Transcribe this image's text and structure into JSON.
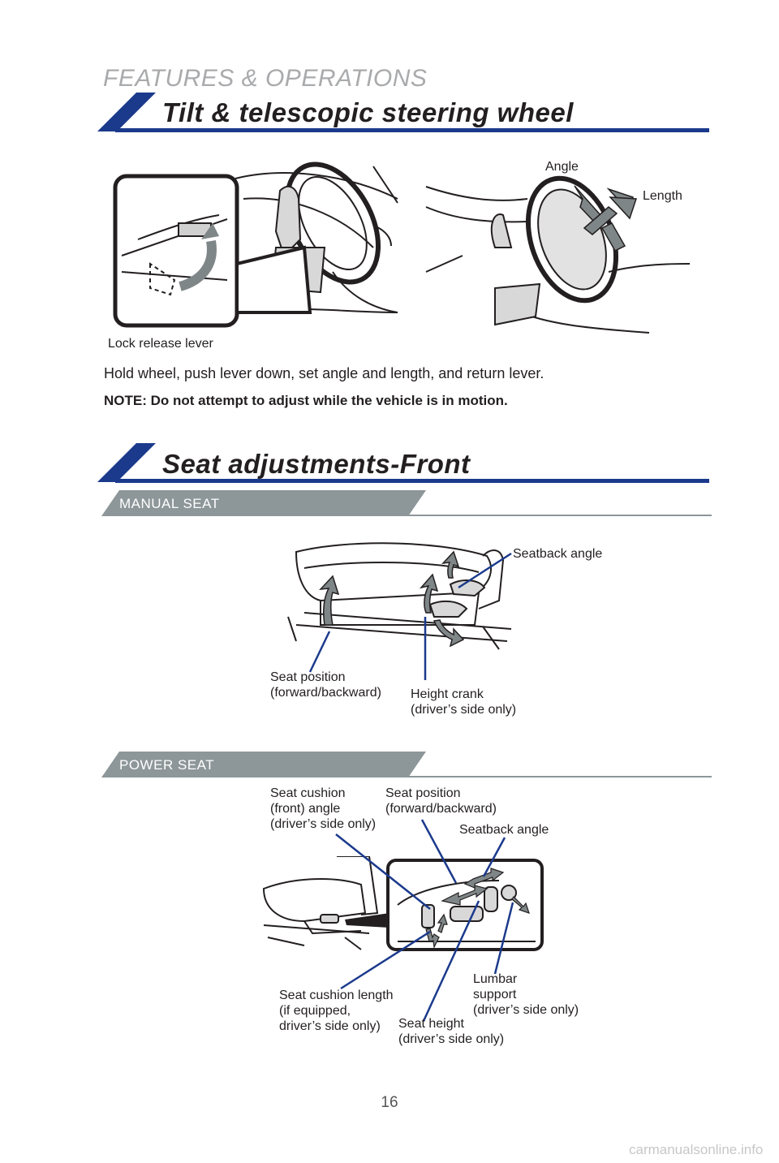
{
  "header": {
    "chapter_title": "FEATURES & OPERATIONS"
  },
  "steering": {
    "title": "Tilt & telescopic steering wheel",
    "labels": {
      "angle": "Angle",
      "length": "Length",
      "lock_release_lever": "Lock release lever"
    },
    "instruction": "Hold wheel, push lever down, set angle and length, and return lever.",
    "note": "NOTE: Do not attempt to adjust while the vehicle is in motion."
  },
  "seat": {
    "title": "Seat adjustments-Front",
    "manual": {
      "label": "MANUAL SEAT",
      "callouts": {
        "seatback_angle": "Seatback angle",
        "seat_position": "Seat position\n(forward/backward)",
        "height_crank": "Height crank\n(driver’s side only)"
      }
    },
    "power": {
      "label": "POWER SEAT",
      "callouts": {
        "cushion_front_angle": "Seat cushion\n(front) angle\n(driver’s side only)",
        "seat_position": "Seat position\n(forward/backward)",
        "seatback_angle": "Seatback angle",
        "cushion_length": "Seat cushion length\n(if equipped,\ndriver’s side only)",
        "seat_height": "Seat height\n(driver’s side only)",
        "lumbar_support": "Lumbar\nsupport\n(driver’s side only)"
      }
    }
  },
  "footer": {
    "page_number": "16",
    "source": "carmanualsonline.info"
  },
  "colors": {
    "accent_blue": "#1b3a8c",
    "label_gray": "#8d9699",
    "callout_line": "#1b3a8c"
  }
}
